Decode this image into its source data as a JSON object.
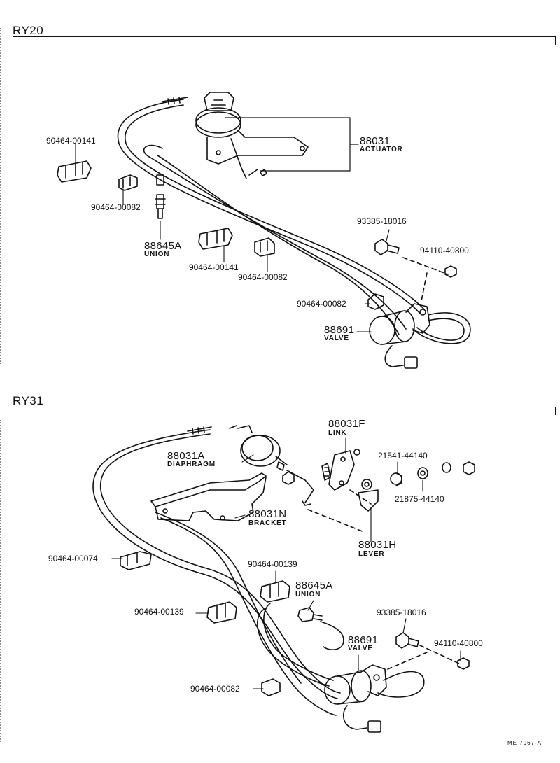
{
  "sections": [
    {
      "title": "RY20",
      "parts": [
        {
          "number": "88031",
          "name": "ACTUATOR"
        },
        {
          "number": "90464-00141",
          "name": ""
        },
        {
          "number": "90464-00082",
          "name": ""
        },
        {
          "number": "88645A",
          "name": "UNION"
        },
        {
          "number": "90464-00141",
          "name": ""
        },
        {
          "number": "90464-00082",
          "name": ""
        },
        {
          "number": "93385-18016",
          "name": ""
        },
        {
          "number": "94110-40800",
          "name": ""
        },
        {
          "number": "90464-00082",
          "name": ""
        },
        {
          "number": "88691",
          "name": "VALVE"
        }
      ]
    },
    {
      "title": "RY31",
      "parts": [
        {
          "number": "88031F",
          "name": "LINK"
        },
        {
          "number": "88031A",
          "name": "DIAPHRAGM"
        },
        {
          "number": "21541-44140",
          "name": ""
        },
        {
          "number": "21875-44140",
          "name": ""
        },
        {
          "number": "88031N",
          "name": "BRACKET"
        },
        {
          "number": "88031H",
          "name": "LEVER"
        },
        {
          "number": "90464-00074",
          "name": ""
        },
        {
          "number": "90464-00139",
          "name": ""
        },
        {
          "number": "88645A",
          "name": "UNION"
        },
        {
          "number": "90464-00139",
          "name": ""
        },
        {
          "number": "93385-18016",
          "name": ""
        },
        {
          "number": "88691",
          "name": "VALVE"
        },
        {
          "number": "94110-40800",
          "name": ""
        },
        {
          "number": "90464-00082",
          "name": ""
        }
      ]
    }
  ],
  "footer_code": "ME 7967-A"
}
